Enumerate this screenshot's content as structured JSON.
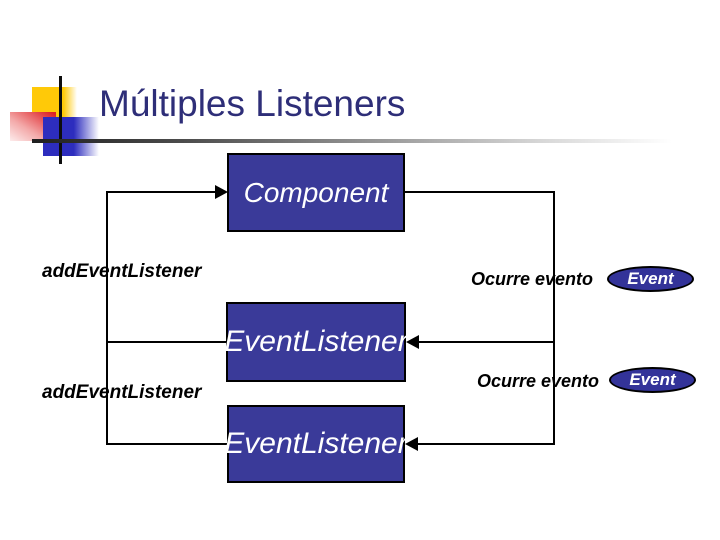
{
  "title": {
    "text": "Múltiples Listeners"
  },
  "diagram": {
    "component": {
      "label": "Component"
    },
    "listeners": [
      {
        "label": "EventListener"
      },
      {
        "label": "EventListener"
      }
    ],
    "add_labels": [
      {
        "text": "addEventListener"
      },
      {
        "text": "addEventListener"
      }
    ],
    "occur_labels": [
      {
        "text": "Ocurre evento"
      },
      {
        "text": "Ocurre evento"
      }
    ],
    "events": [
      {
        "label": "Event"
      },
      {
        "label": "Event"
      }
    ]
  },
  "colors": {
    "title_text": "#2e2e78",
    "box_fill": "#3a3a99",
    "box_border": "#000000",
    "box_text": "#ffffff",
    "oval_fill": "#333399",
    "connector_line": "#000000",
    "label_text": "#000000",
    "accent_yellow": "#ffc908",
    "accent_red": "#dd2025",
    "accent_blue": "#2d2dbe",
    "background": "#ffffff"
  }
}
